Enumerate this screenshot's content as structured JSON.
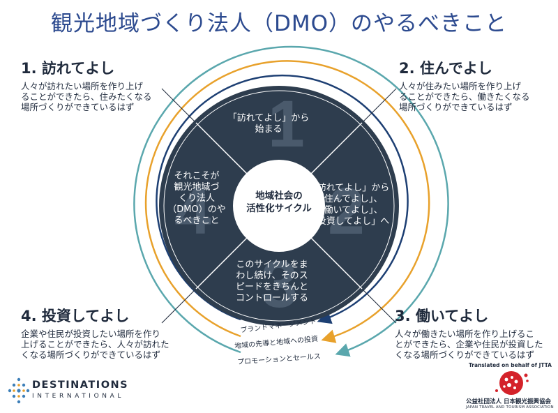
{
  "title": "観光地域づくり法人（DMO）のやるべきこと",
  "corners": {
    "one": {
      "heading": "1.  訪れてよし",
      "body": "人々が訪れたい場所を作り上げ\nることができたら、住みたくなる\n場所づくりができているはず"
    },
    "two": {
      "heading": "2. 住んでよし",
      "body": "人々が住みたい場所を作り上げ\nることができたら、働きたくなる\n場所づくりができているはず"
    },
    "three": {
      "heading": "3. 働いてよし",
      "body": "人々が働きたい場所を作り上げるこ\nとができたら、企業や住民が投資した\nくなる場所づくりができているはず"
    },
    "four": {
      "heading": "4. 投資してよし",
      "body": "企業や住民が投資したい場所を作り\n上げることができたら、人々が訪れた\nくなる場所づくりができているはず"
    }
  },
  "segments": {
    "one": {
      "number": "1",
      "text": "「訪れてよし」から\n始まる"
    },
    "two": {
      "number": "2",
      "text": "「訪れてよし」から\n「住んでよし」、\n「働いてよし」、\n「投資してよし」へ"
    },
    "three": {
      "number": "3",
      "text": "このサイクルをま\nわし続け、そのス\nピードをきちんと\nコントロールする"
    },
    "four": {
      "number": "4",
      "text": "それこそが\n観光地域づ\nくり法人\n（DMO）のや\nるべきこと"
    }
  },
  "center": "地域社会の\n活性化サイクル",
  "arcs": [
    {
      "label": "ブランドマネージメント",
      "color": "#1d3f73"
    },
    {
      "label": "地域の先導と地域への投資",
      "color": "#e8a12b"
    },
    {
      "label": "プロモーションとセールス",
      "color": "#5aa7ad"
    }
  ],
  "colors": {
    "disk": "#2e3d4e",
    "number": "#4a5a6c",
    "navy": "#1d3f73",
    "orange": "#e8a12b",
    "teal": "#5aa7ad",
    "jtta_red": "#d4222a"
  },
  "footer": {
    "di_name": "DESTINATIONS",
    "di_sub": "INTERNATIONAL",
    "translated": "Translated on behalf of JTTA",
    "jtta_ja": "公益社団法人 日本観光振興協会",
    "jtta_en": "JAPAN TRAVEL AND TOURISM ASSOCIATION"
  }
}
